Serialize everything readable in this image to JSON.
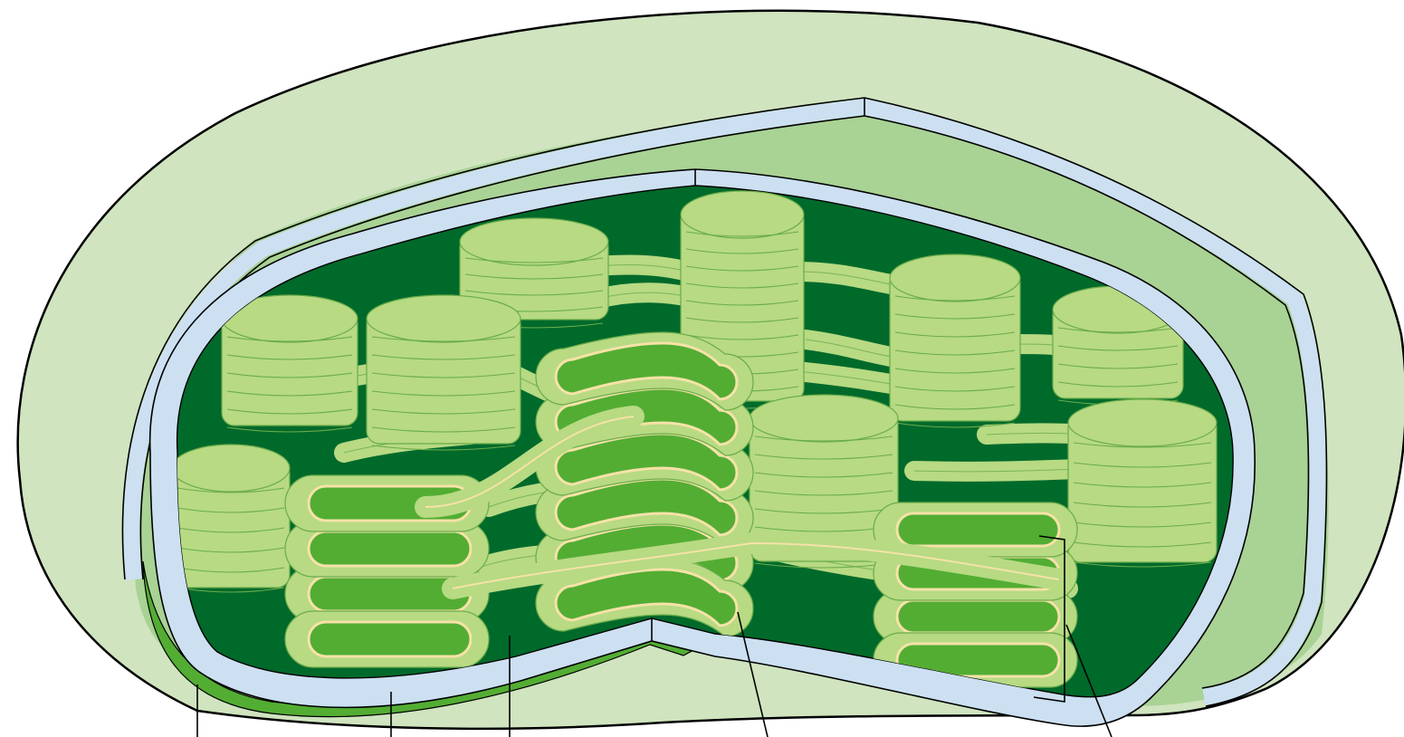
{
  "diagram": {
    "subject": "chloroplast-cutaway",
    "colors": {
      "background": "#ffffff",
      "outer_shell": "#cfe4bf",
      "inner_shell": "#a9d295",
      "membrane": "#cce0f2",
      "stroma": "#006a2b",
      "thylakoid": "#b7da83",
      "thylakoid_line": "#6aac4a",
      "lumen": "#53ad33",
      "lumen_rim": "#f6e2a8",
      "outline": "#000000"
    },
    "leader_lines": [
      {
        "id": "outer-membrane-leader"
      },
      {
        "id": "inner-membrane-leader"
      },
      {
        "id": "stroma-leader"
      },
      {
        "id": "thylakoid-leader"
      },
      {
        "id": "granum-leader"
      }
    ]
  }
}
